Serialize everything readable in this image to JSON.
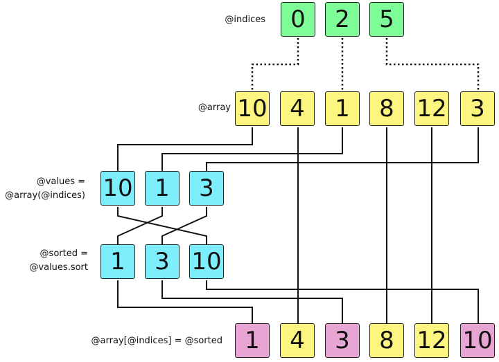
{
  "labels": {
    "indices": "@indices",
    "array": "@array",
    "values_line1": "@values =",
    "values_line2": "@array(@indices)",
    "sorted_line1": "@sorted =",
    "sorted_line2": "@values.sort",
    "result": "@array[@indices] = @sorted"
  },
  "indices": [
    "0",
    "2",
    "5"
  ],
  "array": [
    "10",
    "4",
    "1",
    "8",
    "12",
    "3"
  ],
  "values": [
    "10",
    "1",
    "3"
  ],
  "sorted": [
    "1",
    "3",
    "10"
  ],
  "result": [
    "1",
    "4",
    "3",
    "8",
    "12",
    "10"
  ],
  "colors": {
    "indices": "#7dfc97",
    "array": "#fcf57f",
    "values": "#7deffc",
    "sorted": "#7deffc",
    "result_replaced": "#e6a5d2",
    "result_unchanged": "#fcf57f"
  }
}
